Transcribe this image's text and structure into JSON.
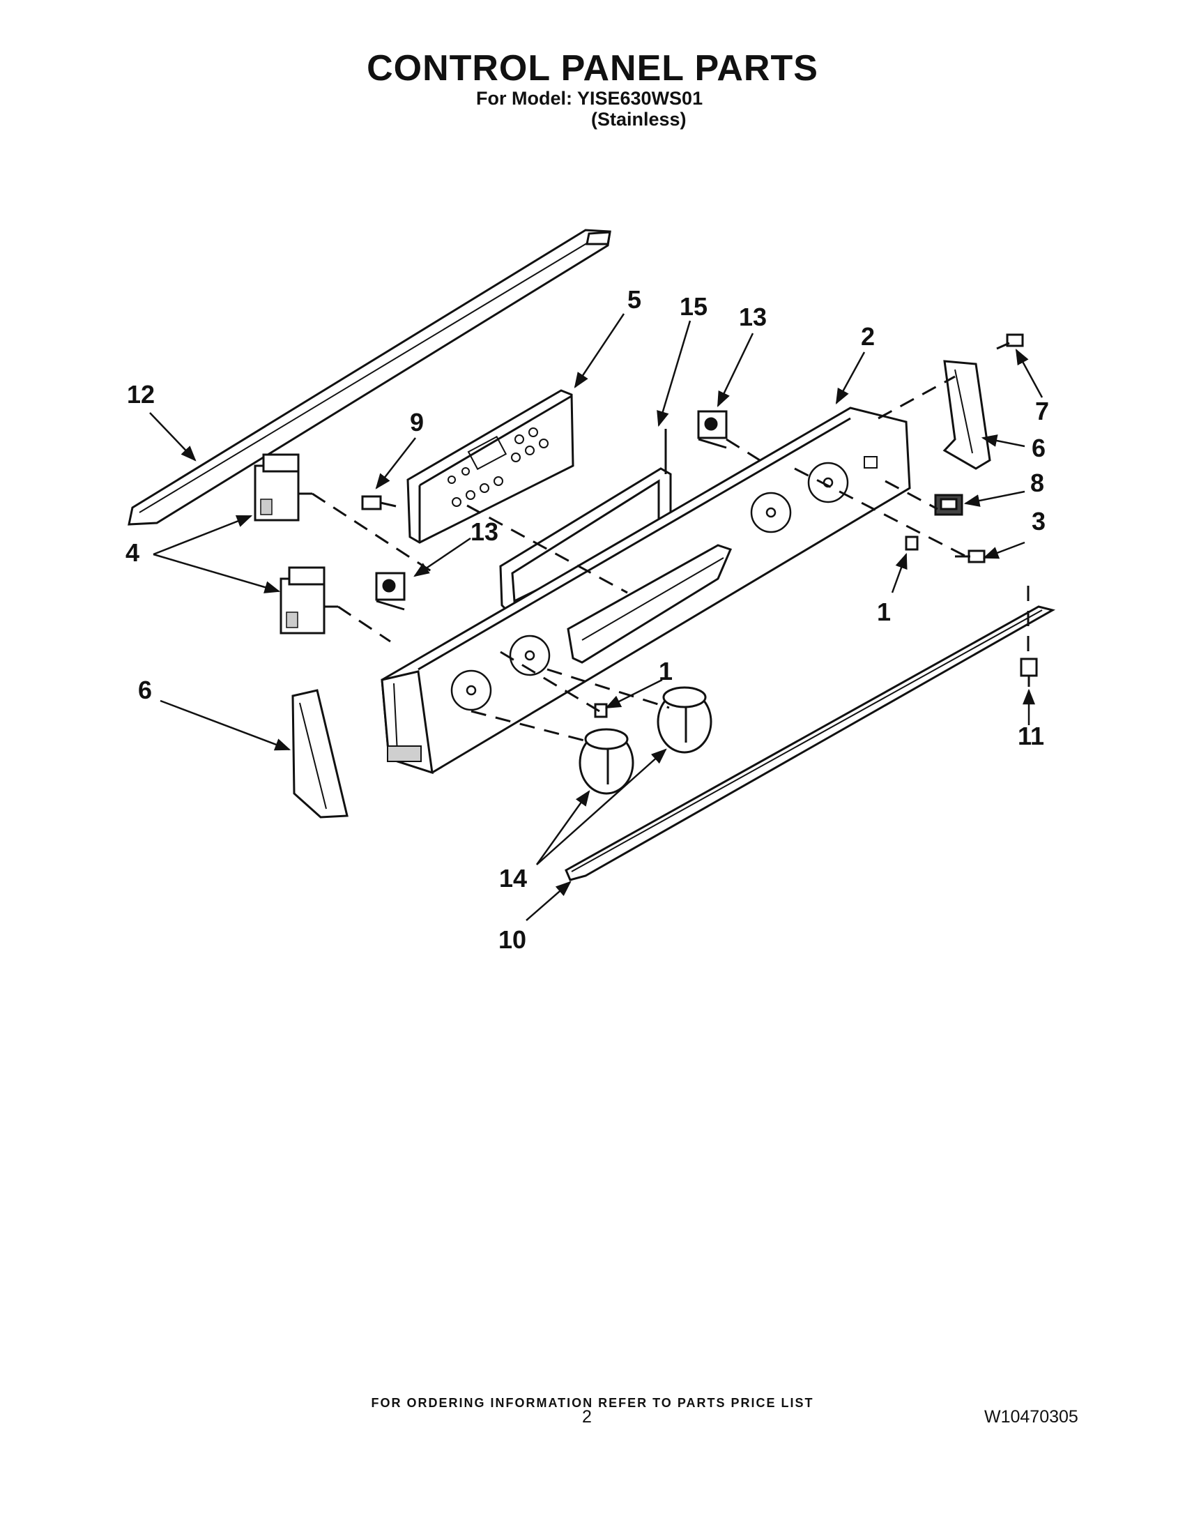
{
  "header": {
    "title": "CONTROL PANEL PARTS",
    "model_line": "For Model: YISE630WS01",
    "finish": "(Stainless)"
  },
  "diagram": {
    "callouts": [
      {
        "id": "c1a",
        "label": "1"
      },
      {
        "id": "c1b",
        "label": "1"
      },
      {
        "id": "c2",
        "label": "2"
      },
      {
        "id": "c3",
        "label": "3"
      },
      {
        "id": "c4",
        "label": "4"
      },
      {
        "id": "c5",
        "label": "5"
      },
      {
        "id": "c6a",
        "label": "6"
      },
      {
        "id": "c6b",
        "label": "6"
      },
      {
        "id": "c7",
        "label": "7"
      },
      {
        "id": "c8",
        "label": "8"
      },
      {
        "id": "c9",
        "label": "9"
      },
      {
        "id": "c10",
        "label": "10"
      },
      {
        "id": "c11",
        "label": "11"
      },
      {
        "id": "c12",
        "label": "12"
      },
      {
        "id": "c13a",
        "label": "13"
      },
      {
        "id": "c13b",
        "label": "13"
      },
      {
        "id": "c14",
        "label": "14"
      },
      {
        "id": "c15",
        "label": "15"
      }
    ]
  },
  "footer": {
    "ordering_note": "FOR ORDERING INFORMATION REFER TO PARTS PRICE LIST",
    "page_number": "2",
    "document_number": "W10470305"
  }
}
